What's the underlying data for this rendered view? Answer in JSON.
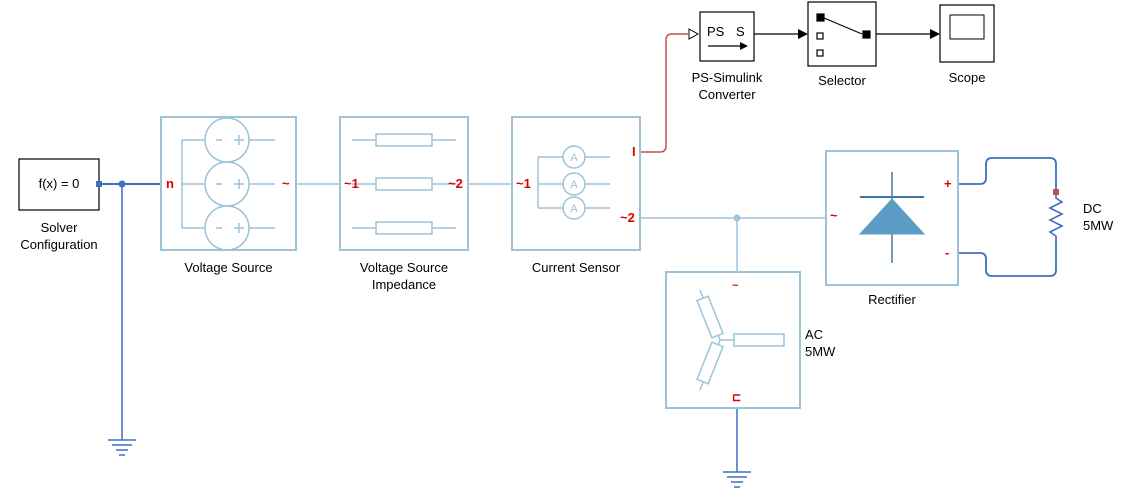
{
  "blocks": {
    "solver": {
      "text": "f(x) = 0",
      "label_line1": "Solver",
      "label_line2": "Configuration"
    },
    "voltage_source": {
      "label": "Voltage Source",
      "port_n": "n",
      "port_out": "~"
    },
    "impedance": {
      "label_line1": "Voltage Source",
      "label_line2": "Impedance",
      "port_in": "~1",
      "port_out": "~2"
    },
    "current_sensor": {
      "label": "Current Sensor",
      "port_in": "~1",
      "port_i": "I",
      "port_out": "~2"
    },
    "ps_converter": {
      "text_ps": "PS",
      "text_s": "S",
      "label_line1": "PS-Simulink",
      "label_line2": "Converter"
    },
    "selector": {
      "label": "Selector"
    },
    "scope": {
      "label": "Scope"
    },
    "rectifier": {
      "label": "Rectifier",
      "port_in": "~",
      "port_plus": "+",
      "port_minus": "-"
    },
    "ac_load": {
      "label_line1": "AC",
      "label_line2": "5MW",
      "port_top": "~",
      "port_bottom": "⊏"
    },
    "dc_load": {
      "label_line1": "DC",
      "label_line2": "5MW"
    }
  },
  "colors": {
    "block_border": "#9dc3d8",
    "block_icon": "#3c78a8",
    "physical_line": "#3f6fc2",
    "signal_line": "#000000",
    "ps_line": "#c05050",
    "port_label": "#e00000"
  }
}
